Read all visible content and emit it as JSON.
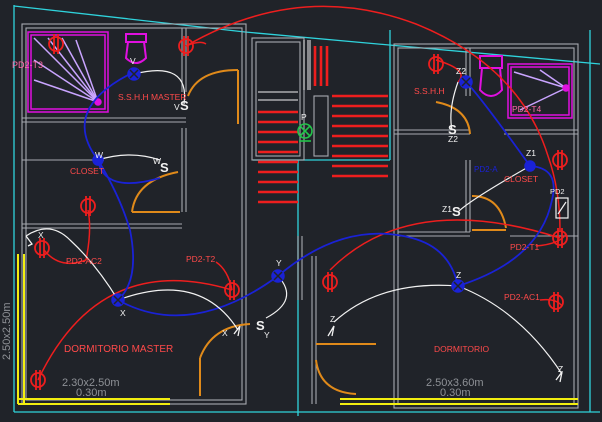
{
  "colors": {
    "background": "#202329",
    "wall": "#a7aab1",
    "cyan": "#2fd3dc",
    "door": "#e08a1a",
    "red": "#ee1e1e",
    "blue": "#1a22d6",
    "white": "#f2f2f2",
    "magenta": "#e010e0",
    "yellow": "#f2ee10",
    "green": "#22c44a",
    "gray": "#8e9196",
    "label_red": "#ff4a4a",
    "label_pink": "#ff6aa8"
  },
  "labels": {
    "pd2_t3": "PD2-T3",
    "sshh_master": "S.S.H.H MASTER",
    "sshh": "S.S.H.H",
    "pd2_t4": "PD2-T4",
    "closet_left": "CLOSET",
    "closet_right": "CLOSET",
    "pd2_ac2": "PD2-AC2",
    "pd2_t2": "PD2-T2",
    "pd2_t1": "PD2-T1",
    "pd2_ac1": "PD2-AC1",
    "pd2_box": "PD2",
    "pd2_a_partial": "PD2-A",
    "room_master": "DORMITORIO MASTER",
    "room": "DORMITORIO",
    "dim_left_1": "2.30x2.50m",
    "dim_left_2": "0.30m",
    "dim_right_1": "2.50x3.60m",
    "dim_right_2": "0.30m",
    "dim_vertical": "2.50x2.50m",
    "letter_p": "P",
    "letter_v_top": "V",
    "letter_v_switch": "V",
    "letter_w_left": "W",
    "letter_w_switch": "W",
    "letter_x_top": "X",
    "letter_x_bottom": "X",
    "letter_x_switch": "X",
    "letter_y_top": "Y",
    "letter_y_switch": "Y",
    "letter_z_mid": "Z",
    "letter_z_switch_left": "Z",
    "letter_z_switch_right": "Z",
    "letter_z1_top": "Z1",
    "letter_z1_switch": "Z1",
    "letter_z2_top": "Z2",
    "letter_z2_switch": "Z2"
  }
}
